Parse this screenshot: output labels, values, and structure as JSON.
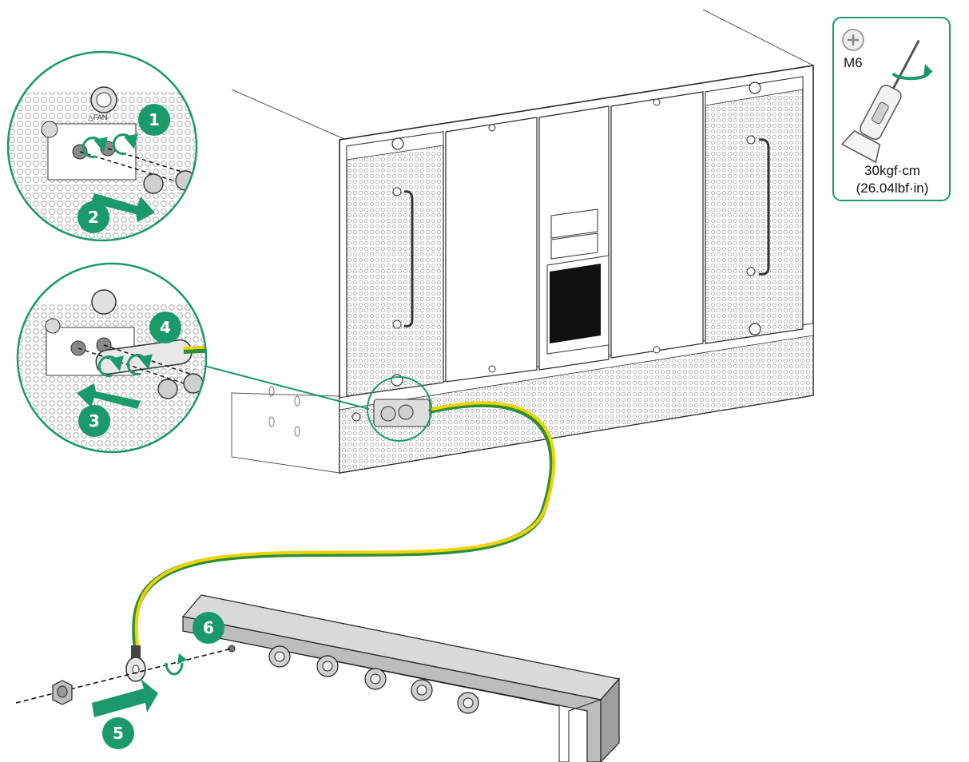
{
  "colors": {
    "accent_green": "#1a9a6a",
    "cable_yellow": "#f2d300",
    "cable_green": "#2d8f3a",
    "chassis_line": "#2a2a2a",
    "mesh_fill": "#ececec",
    "bar_fill": "#bdbdbd"
  },
  "steps": [
    "1",
    "2",
    "3",
    "4",
    "5",
    "6"
  ],
  "tool_legend": {
    "screw_type": "M6",
    "torque_metric": "30kgf·cm",
    "torque_imperial": "(26.04lbf·in)",
    "screw_icon": "phillips-screw-icon",
    "tool_icon": "torque-screwdriver-icon"
  },
  "chassis_labels": {
    "fan_label": "△FAN"
  }
}
